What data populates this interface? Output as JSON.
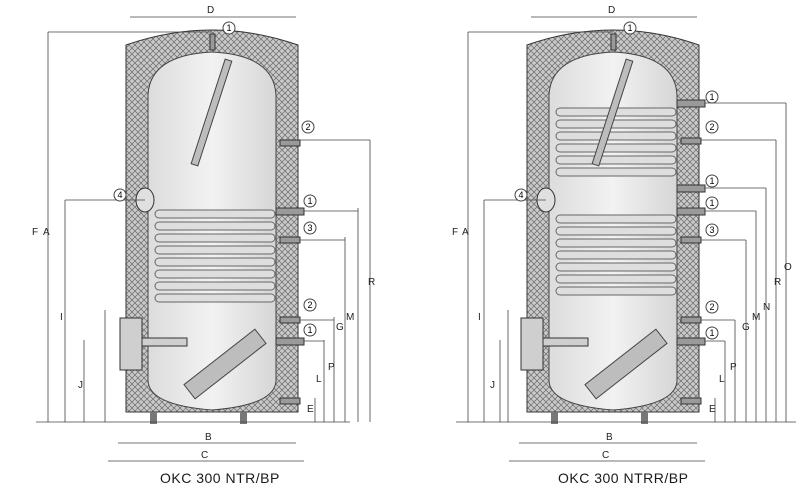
{
  "diagrams": [
    {
      "caption": "OKC 300 NTR/BP",
      "callouts": [
        "1",
        "2",
        "1",
        "3",
        "2",
        "1",
        "4"
      ],
      "dims_left": [
        "F",
        "A",
        "I",
        "J"
      ],
      "dims_right": [
        "R",
        "M",
        "G",
        "P",
        "L",
        "E"
      ],
      "dims_bottom": [
        "B",
        "C"
      ],
      "dim_top": "D"
    },
    {
      "caption": "OKC 300 NTRR/BP",
      "callouts": [
        "1",
        "1",
        "2",
        "1",
        "1",
        "3",
        "2",
        "1",
        "4"
      ],
      "dims_left": [
        "F",
        "A",
        "I",
        "J"
      ],
      "dims_right": [
        "O",
        "R",
        "N",
        "M",
        "G",
        "P",
        "L",
        "E"
      ],
      "dims_bottom": [
        "B",
        "C"
      ],
      "dim_top": "D"
    }
  ],
  "colors": {
    "insulation": "#b4b4b4",
    "tank": "#e7e7e7",
    "metal": "#9a9a9a",
    "line": "#2b2b2b"
  }
}
